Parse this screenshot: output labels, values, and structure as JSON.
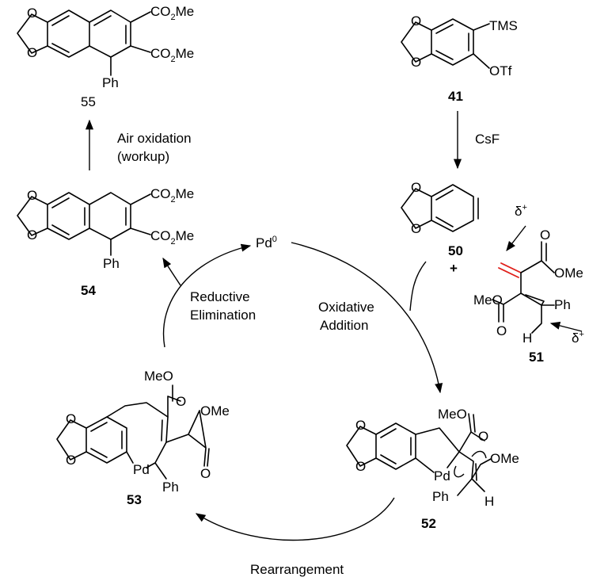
{
  "compounds": {
    "c55": {
      "label": "55",
      "groups": {
        "ester1": "CO",
        "ester1_sub": "2",
        "ester1_tail": "Me",
        "ester2": "CO",
        "ester2_sub": "2",
        "ester2_tail": "Me",
        "ph": "Ph"
      }
    },
    "c54": {
      "label": "54",
      "groups": {
        "ester1": "CO",
        "ester1_sub": "2",
        "ester1_tail": "Me",
        "ester2": "CO",
        "ester2_sub": "2",
        "ester2_tail": "Me",
        "ph": "Ph"
      }
    },
    "c41": {
      "label": "41",
      "groups": {
        "tms": "TMS",
        "otf": "OTf"
      }
    },
    "c50": {
      "label": "50",
      "plus": "+"
    },
    "c51": {
      "label": "51",
      "groups": {
        "ome": "OMe",
        "meo": "MeO",
        "ph": "Ph",
        "h": "H",
        "delta": "δ",
        "delta_sup": "+"
      }
    },
    "c52": {
      "label": "52",
      "groups": {
        "meo": "MeO",
        "ome": "OMe",
        "pd": "Pd",
        "ph": "Ph",
        "h": "H"
      }
    },
    "c53": {
      "label": "53",
      "groups": {
        "meo": "MeO",
        "ome": "OMe",
        "pd": "Pd",
        "ph": "Ph"
      }
    }
  },
  "catalyst": {
    "symbol": "Pd",
    "sup": "0"
  },
  "atoms": {
    "O": "O"
  },
  "steps": {
    "air_oxidation": [
      "Air oxidation",
      "(workup)"
    ],
    "csf": "CsF",
    "oxidative_addition": [
      "Oxidative",
      "Addition"
    ],
    "reductive_elimination": [
      "Reductive",
      "Elimination"
    ],
    "rearrangement": "Rearrangement"
  },
  "colors": {
    "highlight_bond": "#e0201b",
    "ink": "#000000"
  }
}
